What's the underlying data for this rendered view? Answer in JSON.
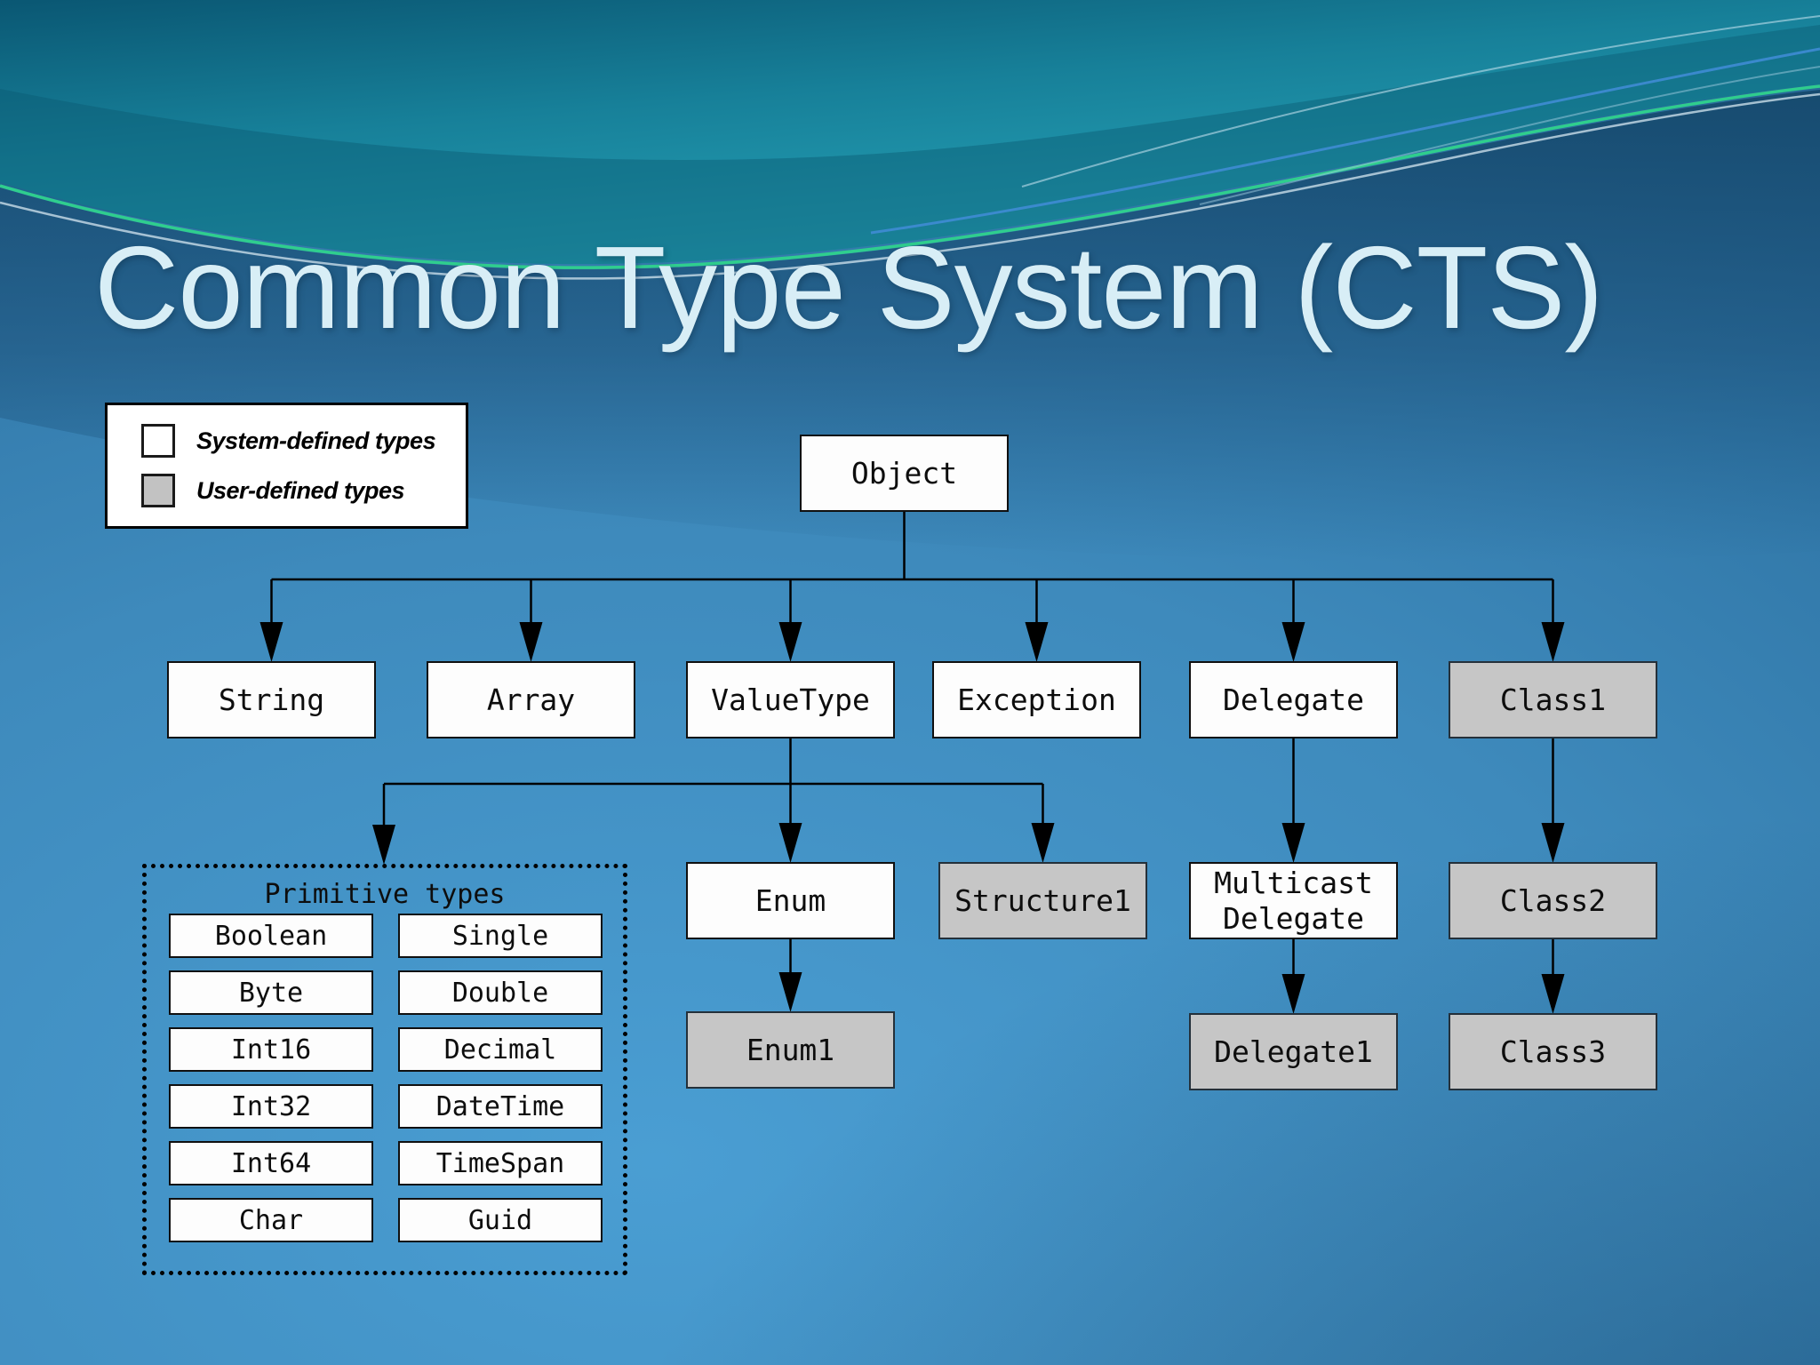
{
  "slide": {
    "title": "Common Type System (CTS)"
  },
  "legend": {
    "items": [
      {
        "label": "System-defined types",
        "kind": "system",
        "swatch_color": "#ffffff"
      },
      {
        "label": "User-defined types",
        "kind": "user",
        "swatch_color": "#c2c2c2"
      }
    ]
  },
  "diagram": {
    "nodes": {
      "object": {
        "label": "Object",
        "kind": "system"
      },
      "string": {
        "label": "String",
        "kind": "system"
      },
      "array": {
        "label": "Array",
        "kind": "system"
      },
      "valuetype": {
        "label": "ValueType",
        "kind": "system"
      },
      "exception": {
        "label": "Exception",
        "kind": "system"
      },
      "delegate": {
        "label": "Delegate",
        "kind": "system"
      },
      "class1": {
        "label": "Class1",
        "kind": "user"
      },
      "enum": {
        "label": "Enum",
        "kind": "system"
      },
      "structure1": {
        "label": "Structure1",
        "kind": "user"
      },
      "multicast_delegate": {
        "label": "Multicast Delegate",
        "kind": "system"
      },
      "class2": {
        "label": "Class2",
        "kind": "user"
      },
      "enum1": {
        "label": "Enum1",
        "kind": "user"
      },
      "delegate1": {
        "label": "Delegate1",
        "kind": "user"
      },
      "class3": {
        "label": "Class3",
        "kind": "user"
      }
    },
    "primitive_group": {
      "title": "Primitive types",
      "left_column": [
        "Boolean",
        "Byte",
        "Int16",
        "Int32",
        "Int64",
        "Char"
      ],
      "right_column": [
        "Single",
        "Double",
        "Decimal",
        "DateTime",
        "TimeSpan",
        "Guid"
      ]
    }
  },
  "colors": {
    "background_blue": "#3e8abc",
    "background_edge": "#1f5c86",
    "teal_band": "#1f93a9",
    "navy_band": "#17496d",
    "green_accent": "#2fd38c",
    "blue_accent": "#3f8cd4",
    "silver_accent": "#c9dde9",
    "title_text": "#d8eef6",
    "system_fill": "#fdfdfd",
    "user_fill": "#c6c6c6",
    "connector": "#000000"
  }
}
